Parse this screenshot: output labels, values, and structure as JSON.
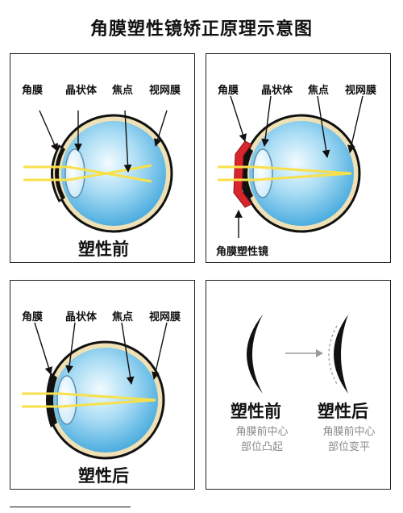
{
  "title": "角膜塑性镜矫正原理示意图",
  "labels": {
    "cornea": "角膜",
    "lens": "晶状体",
    "focus": "焦点",
    "retina": "视网膜",
    "ortho_lens": "角膜塑性镜"
  },
  "captions": {
    "before": "塑性前",
    "after": "塑性后"
  },
  "comparison": {
    "before_title": "塑性前",
    "before_line1": "角膜前中心",
    "before_line2": "部位凸起",
    "after_title": "塑性后",
    "after_line1": "角膜前中心",
    "after_line2": "部位变平"
  },
  "colors": {
    "eye_blue": "#5bb6e6",
    "ray_yellow": "#f8e04a",
    "ortho_red": "#d9262c",
    "sclera_tan": "#efe0b5"
  }
}
